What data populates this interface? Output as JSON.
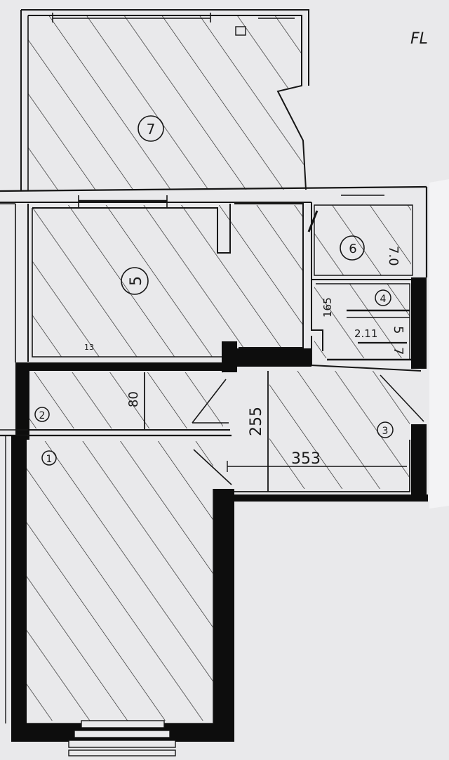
{
  "colors": {
    "paper": "#e9e9eb",
    "ink": "#161616",
    "wall": "#0d0d0d",
    "hatch": "#2a2a2a"
  },
  "header": {
    "corner_text": "FL"
  },
  "rooms": [
    {
      "id": "room-1",
      "number": "1"
    },
    {
      "id": "room-2",
      "number": "2"
    },
    {
      "id": "room-3",
      "number": "3"
    },
    {
      "id": "room-4",
      "number": "4"
    },
    {
      "id": "room-5",
      "number": "5"
    },
    {
      "id": "room-6",
      "number": "6"
    },
    {
      "id": "room-7",
      "number": "7"
    }
  ],
  "dimensions": {
    "room2_width": "80",
    "hall_height": "255",
    "hall_width": "353",
    "room4_height": "165",
    "room4_width": "2.11",
    "wall_small_5": "5",
    "wall_small_7": "7",
    "room6_side_label": "7.0",
    "tick_13": "13"
  }
}
